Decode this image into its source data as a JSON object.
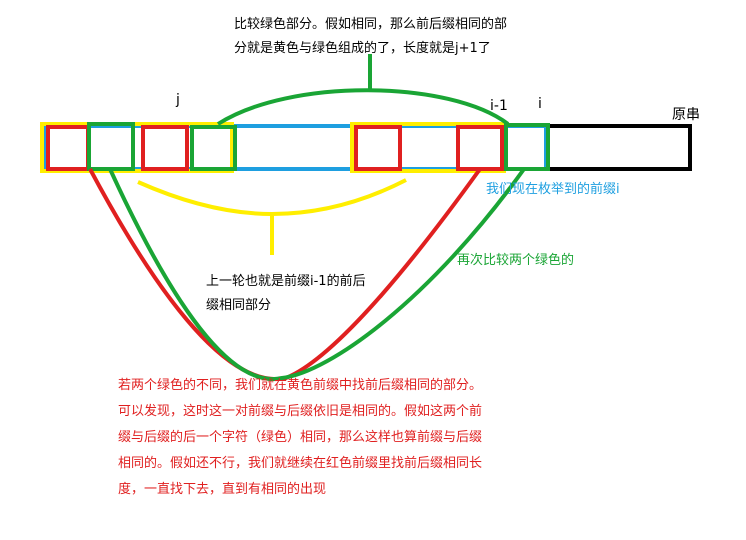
{
  "labels": {
    "top_note": [
      "比较绿色部分。假如相同，那么前后缀相同的部",
      "分就是黄色与绿色组成的了，长度就是j+1了"
    ],
    "prev_note": [
      "上一轮也就是前缀i-1的前后",
      "缀相同部分"
    ],
    "red_note": [
      "若两个绿色的不同，我们就在黄色前缀中找前后缀相同的部分。",
      "可以发现，这时这一对前缀与后缀依旧是相同的。假如这两个前",
      "缀与后缀的后一个字符（绿色）相同，那么这样也算前缀与后缀",
      "相同的。假如还不行，我们就继续在红色前缀里找前后缀相同长",
      "度，一直找下去，直到有相同的出现"
    ],
    "green_note": "再次比较两个绿色的",
    "blue_note": "我们现在枚举到的前缀i",
    "mark_j": "j",
    "mark_i_minus_1": "i-1",
    "mark_i": "i",
    "mark_original": "原串"
  },
  "colors": {
    "red": "#e02020",
    "green": "#1aa535",
    "yellow": "#ffee00",
    "blue": "#1e9fe0",
    "black": "#000000"
  }
}
